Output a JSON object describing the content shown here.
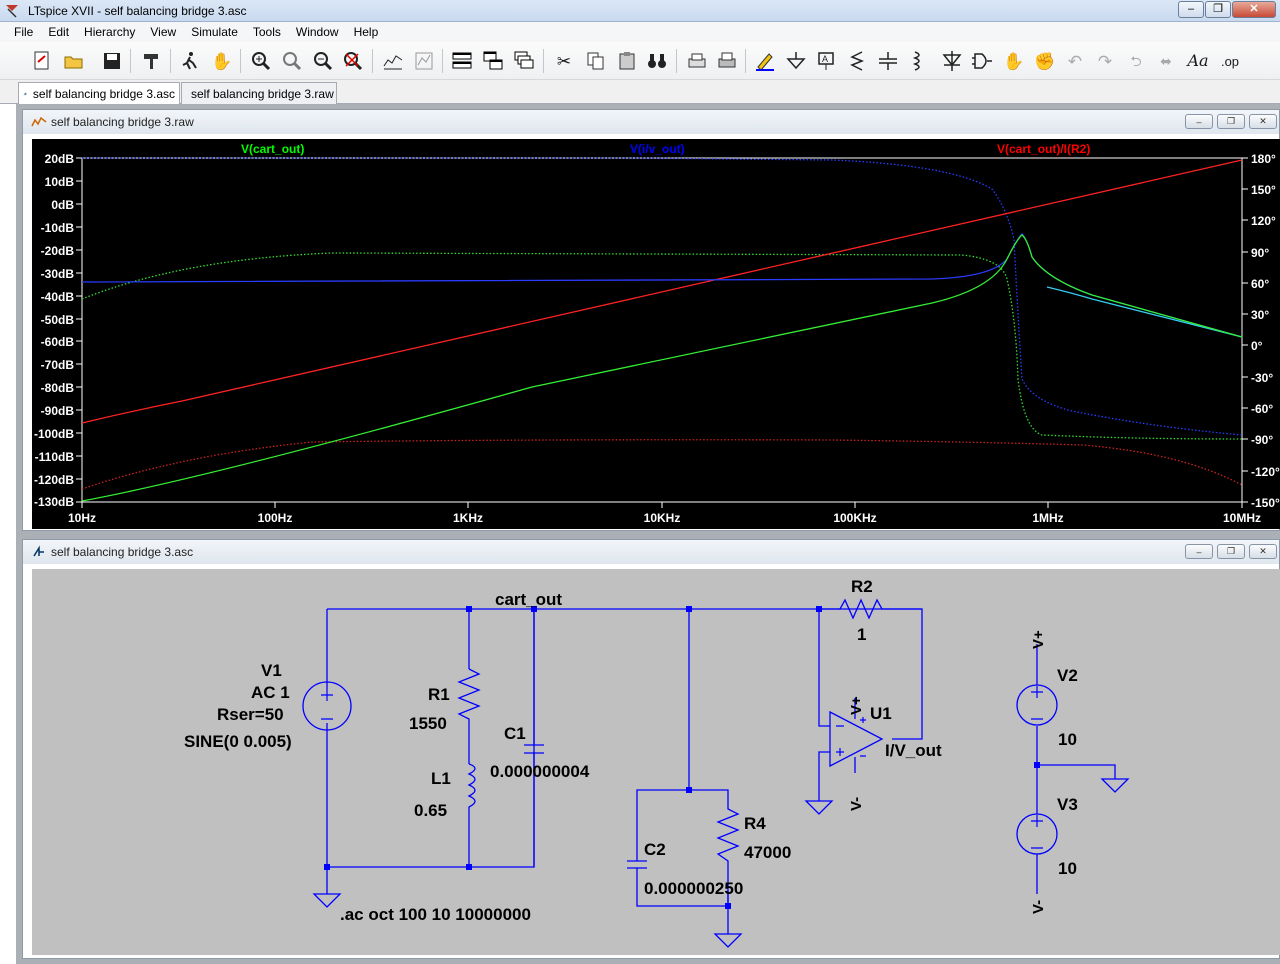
{
  "app": {
    "title": "LTspice XVII - self balancing bridge 3.asc"
  },
  "menu": [
    "File",
    "Edit",
    "Hierarchy",
    "View",
    "Simulate",
    "Tools",
    "Window",
    "Help"
  ],
  "toolbar_icons": [
    "new-schematic",
    "open",
    "save",
    "control-panel",
    "run",
    "halt",
    "zoom-in",
    "pan",
    "zoom-out",
    "zoom-fit",
    "autorange",
    "tile-horizontal",
    "tile-vertical",
    "cascade",
    "cut",
    "copy",
    "paste",
    "find",
    "print",
    "print-setup",
    "draw-wire",
    "place-ground",
    "label-net",
    "place-resistor",
    "place-capacitor",
    "place-inductor",
    "place-diode",
    "place-component",
    "move",
    "drag",
    "undo",
    "redo",
    "rotate",
    "mirror",
    "text",
    "spice-directive"
  ],
  "tabs": [
    {
      "label": "self balancing bridge 3.asc",
      "active": true
    },
    {
      "label": "self balancing bridge 3.raw",
      "active": false
    }
  ],
  "waveform_window": {
    "title": "self balancing bridge 3.raw",
    "traces": [
      {
        "label": "V(cart_out)",
        "color": "#00ff00"
      },
      {
        "label": "V(i/v_out)",
        "color": "#0000ff"
      },
      {
        "label": "V(cart_out)/I(R2)",
        "color": "#ff0000"
      }
    ],
    "left_axis_labels": [
      "20dB",
      "10dB",
      "0dB",
      "-10dB",
      "-20dB",
      "-30dB",
      "-40dB",
      "-50dB",
      "-60dB",
      "-70dB",
      "-80dB",
      "-90dB",
      "-100dB",
      "-110dB",
      "-120dB",
      "-130dB"
    ],
    "right_axis_labels": [
      "180°",
      "150°",
      "120°",
      "90°",
      "60°",
      "30°",
      "0°",
      "-30°",
      "-60°",
      "-90°",
      "-120°",
      "-150°"
    ],
    "x_axis_labels": [
      "10Hz",
      "100Hz",
      "1KHz",
      "10KHz",
      "100KHz",
      "1MHz",
      "10MHz"
    ]
  },
  "schematic_window": {
    "title": "self balancing bridge 3.asc",
    "labels": {
      "cart_out": "cart_out",
      "v1_name": "V1",
      "v1_ac": "AC 1",
      "v1_rser": "Rser=50",
      "v1_sine": "SINE(0 0.005)",
      "r1_name": "R1",
      "r1_val": "1550",
      "l1_name": "L1",
      "l1_val": "0.65",
      "c1_name": "C1",
      "c1_val": "0.000000004",
      "c2_name": "C2",
      "c2_val": "0.000000250",
      "r4_name": "R4",
      "r4_val": "47000",
      "r2_name": "R2",
      "r2_val": "1",
      "u1_name": "U1",
      "iv_out": "I/V_out",
      "vplus": "V+",
      "vminus": "V-",
      "v2_name": "V2",
      "v2_val": "10",
      "v3_name": "V3",
      "v3_val": "10",
      "directive": ".ac oct 100 10 10000000"
    }
  }
}
